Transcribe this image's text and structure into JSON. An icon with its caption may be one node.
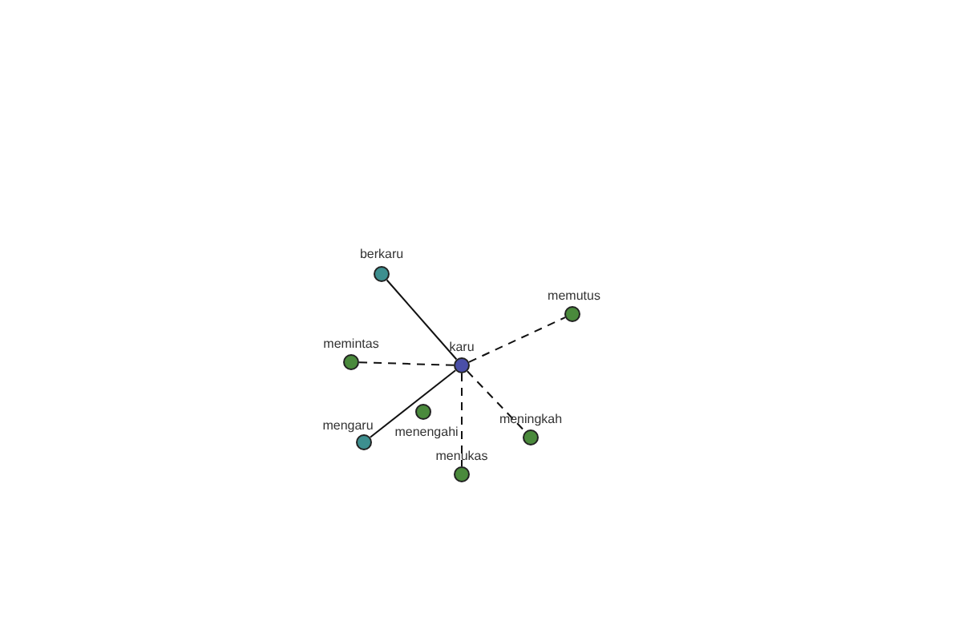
{
  "diagram": {
    "nodes": [
      {
        "text": [
          "karu"
        ]
      },
      {
        "text": [
          "berkaru"
        ]
      },
      {
        "text": [
          "memutus"
        ]
      },
      {
        "text": [
          "memintas"
        ]
      },
      {
        "text": [
          "menengahi"
        ]
      },
      {
        "text": [
          "mengaru"
        ]
      },
      {
        "text": [
          "meningkah"
        ]
      },
      {
        "text": [
          "menukas"
        ]
      }
    ],
    "edges": [
      {
        "from": 0,
        "to": 1,
        "arrow": "none"
      },
      {
        "from": 0,
        "to": 2,
        "arrow": "none",
        "style": "dashed"
      },
      {
        "from": 0,
        "to": 3,
        "arrow": "none",
        "style": "dashed"
      },
      {
        "from": 0,
        "to": 5,
        "arrow": "none"
      },
      {
        "from": 0,
        "to": 6,
        "arrow": "none",
        "style": "dashed"
      },
      {
        "from": 0,
        "to": 7,
        "arrow": "none",
        "style": "dashed"
      }
    ]
  }
}
